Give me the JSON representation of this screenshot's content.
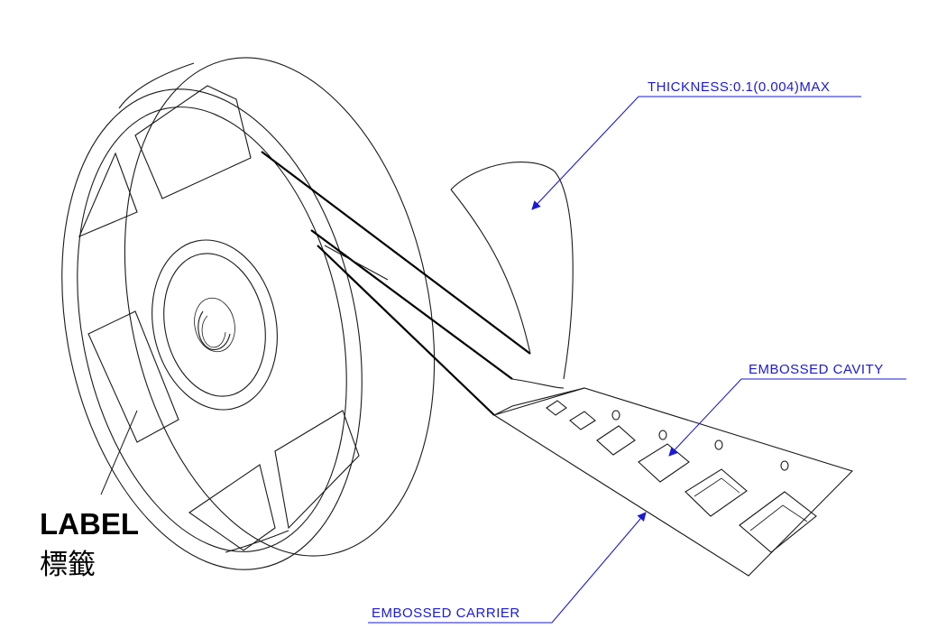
{
  "callouts": {
    "thickness": "THICKNESS:0.1(0.004)MAX",
    "embossed_cavity": "EMBOSSED CAVITY",
    "embossed_carrier": "EMBOSSED CARRIER"
  },
  "label": {
    "english": "LABEL",
    "chinese": "標籤"
  },
  "colors": {
    "callout_blue": "#1a1ad6",
    "line_black": "#1a1a1a"
  }
}
